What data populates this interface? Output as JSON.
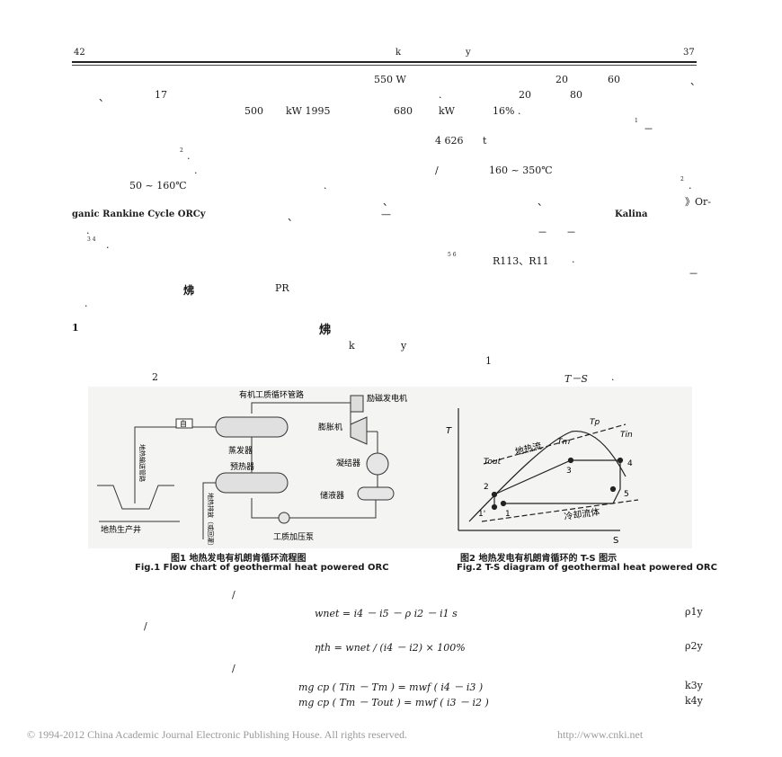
{
  "header": {
    "left": "42",
    "center_k": "k",
    "center_y": "y",
    "right": "37"
  },
  "body_fragments": [
    "550 W",
    "20",
    "60",
    "、",
    "、",
    "17",
    ".",
    "20",
    "80",
    "500",
    "kW 1995",
    "680",
    "kW",
    "16% .",
    "1",
    "－",
    "4 626",
    "t",
    "2",
    ".",
    ".",
    "/",
    "160 ~ 350℃",
    "2",
    ".",
    "50 ~ 160℃",
    ".",
    "、",
    "、",
    "》Or-",
    "ganic Rankine Cycle ORCy",
    "、",
    "—",
    "Kalina",
    ".",
    "－",
    "－",
    "3 4",
    ".",
    "5 6",
    "R113、R11",
    ".",
    "－",
    "炥",
    "PR",
    "."
  ],
  "section": {
    "num": "1",
    "title": "炥",
    "k": "k",
    "y": "y",
    "one": "1",
    "two": "2",
    "ts": "T－S",
    "dot": "."
  },
  "figure1": {
    "pipe_label": "有机工质循环管路",
    "generator": "励磁发电机",
    "expander": "膨胀机",
    "condenser": "凝结器",
    "evaporator": "蒸发器",
    "preheater": "预热器",
    "tank": "储液器",
    "pump": "工质加压泵",
    "well": "地热生产井",
    "supply_pipe": "地热输送管路",
    "drain": "地热排放（或回灌）",
    "tag_top": "自",
    "caption_cn": "图1   地热发电有机朗肯循环流程图",
    "caption_en": "Fig.1   Flow chart of geothermal heat powered ORC"
  },
  "figure2": {
    "axis_y": "T",
    "axis_x": "S",
    "tp": "Tp",
    "tm": "Tm",
    "tin": "Tin",
    "tout": "Tout",
    "geo_flow": "地热流",
    "cool_flow": "冷却流体",
    "points": [
      "1'",
      "1",
      "2",
      "3",
      "4",
      "5"
    ],
    "caption_cn": "图2   地热发电有机朗肯循环的 T-S 图示",
    "caption_en": "Fig.2   T-S diagram of geothermal heat powered ORC"
  },
  "equations": [
    {
      "prefix": "/",
      "text": "wnet = i4 － i5 － ρ i2 － i1 s",
      "num": "ρ1y"
    },
    {
      "prefix": "/",
      "text": "ηth = wnet / (i4 － i2) × 100%",
      "num": "ρ2y"
    },
    {
      "prefix": "/",
      "text": "mg cp ( Tin － Tm ) = mwf ( i4 － i3 )",
      "num": "k3y"
    },
    {
      "prefix": "",
      "text": "mg cp ( Tm － Tout ) = mwf ( i3 － i2 )",
      "num": "k4y"
    }
  ],
  "footer": {
    "copyright": "© 1994-2012 China Academic Journal Electronic Publishing House. All rights reserved.",
    "url": "http://www.cnki.net"
  }
}
